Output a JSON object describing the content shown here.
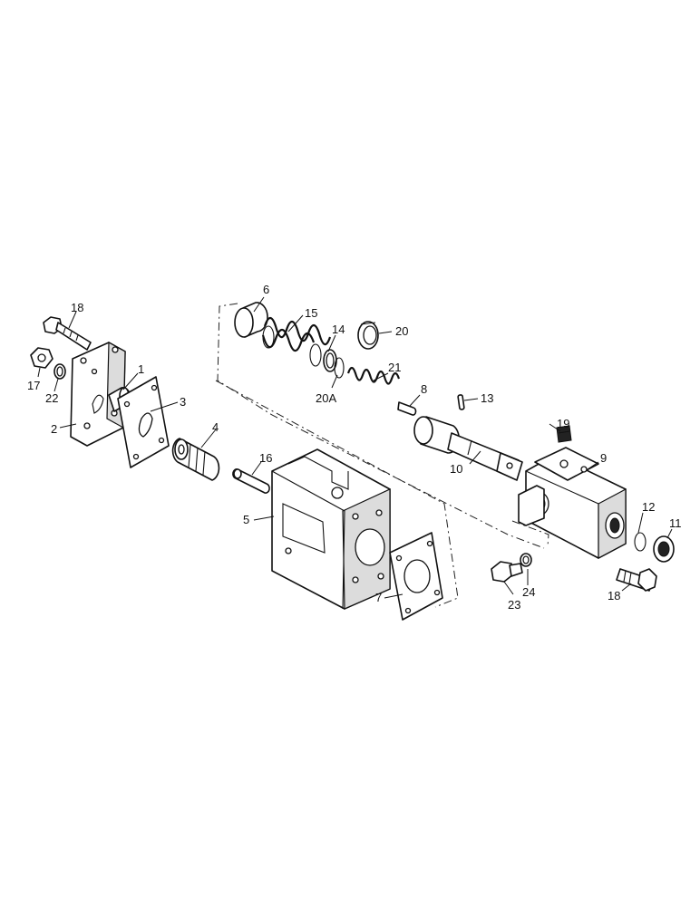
{
  "colors": {
    "ink": "#111111",
    "paper": "#ffffff"
  },
  "callouts": {
    "c1": "1",
    "c2": "2",
    "c3": "3",
    "c4": "4",
    "c5": "5",
    "c6": "6",
    "c7": "7",
    "c8": "8",
    "c9": "9",
    "c10": "10",
    "c11": "11",
    "c12": "12",
    "c13": "13",
    "c14": "14",
    "c15": "15",
    "c16": "16",
    "c17": "17",
    "c18a": "18",
    "c18b": "18",
    "c19": "19",
    "c20": "20",
    "c20a": "20A",
    "c21": "21",
    "c22": "22",
    "c23": "23",
    "c24": "24"
  }
}
